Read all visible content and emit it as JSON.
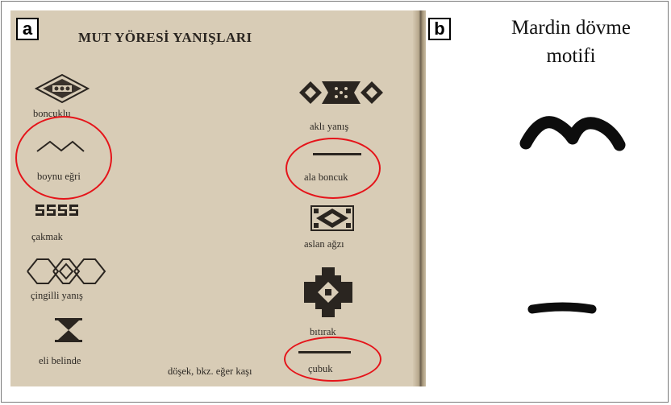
{
  "figure": {
    "panel_a": {
      "letter": "a",
      "title": "MUT YÖRESİ YANIŞLARI",
      "motifs": {
        "boncuklu": "boncuklu",
        "boynu_egri": "boynu eğri",
        "cakmak": "çakmak",
        "cingilli_yanis": "çingilli yanış",
        "eli_belinde": "eli belinde",
        "akli_yanis": "aklı yanış",
        "ala_boncuk": "ala boncuk",
        "aslan_agzi": "aslan ağzı",
        "bitirak": "bıtırak",
        "cubuk": "çubuk",
        "dosek": "döşek, bkz. eğer kaşı"
      },
      "highlight_color": "#e5141a",
      "paper_color": "#d8ccb6"
    },
    "panel_b": {
      "letter": "b",
      "title_line1": "Mardin dövme",
      "title_line2": "motifi"
    }
  }
}
